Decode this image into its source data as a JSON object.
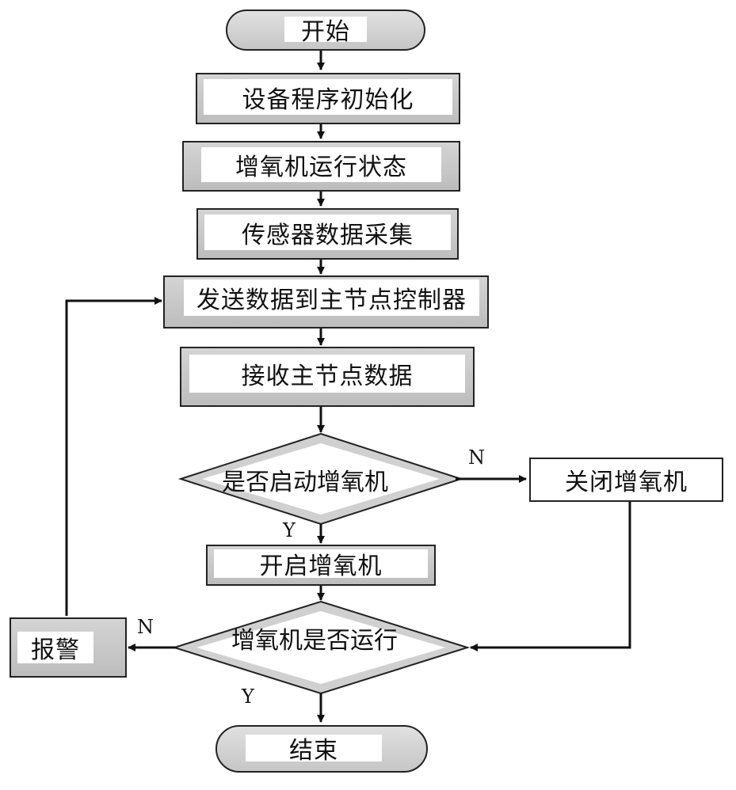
{
  "nodes": {
    "start": "开始",
    "init": "设备程序初始化",
    "aerator_status": "增氧机运行状态",
    "sensor_collect": "传感器数据采集",
    "send_data": "发送数据到主节点控制器",
    "receive_data": "接收主节点数据",
    "decision_start": "是否启动增氧机",
    "turn_off": "关闭增氧机",
    "turn_on": "开启增氧机",
    "decision_running": "增氧机是否运行",
    "alarm": "报警",
    "end": "结束"
  },
  "edge_labels": {
    "start_no": "N",
    "start_yes": "Y",
    "running_no": "N",
    "running_yes": "Y"
  }
}
